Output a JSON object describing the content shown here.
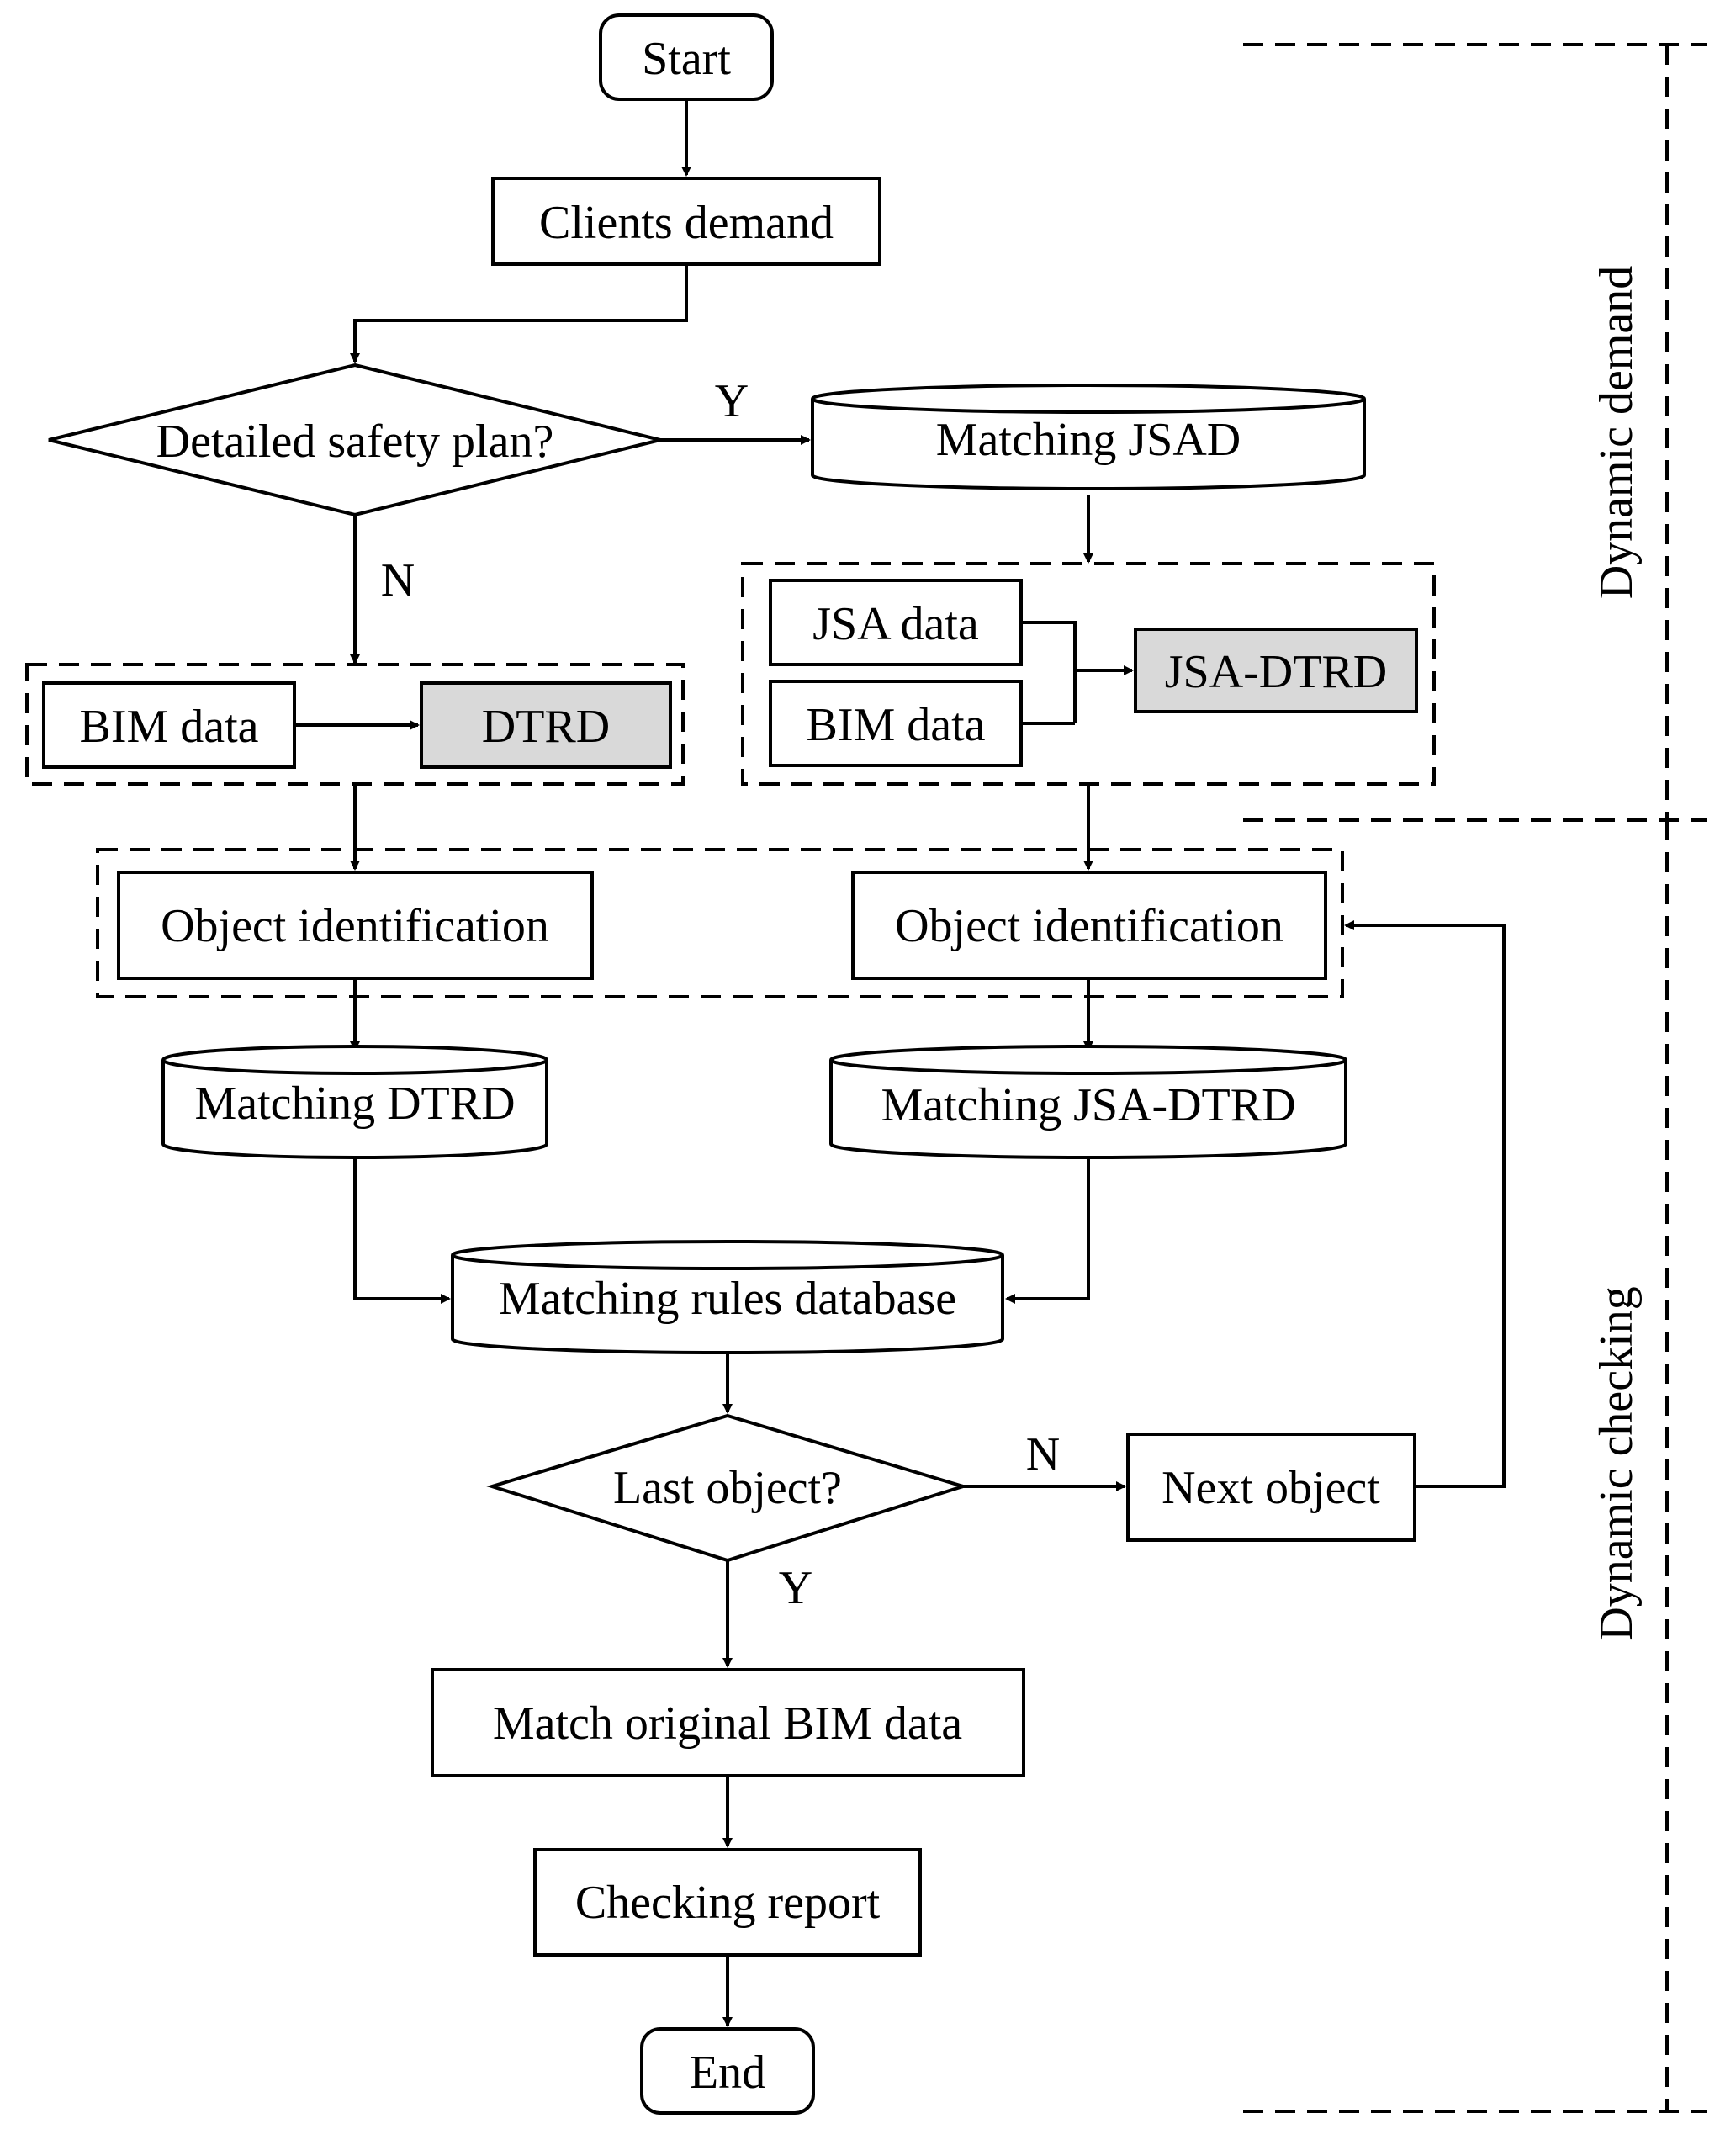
{
  "nodes": {
    "start": "Start",
    "clients_demand": "Clients demand",
    "detailed_safety_plan": "Detailed safety plan?",
    "matching_jsad": "Matching JSAD",
    "bim_data_left": "BIM data",
    "dtrd": "DTRD",
    "jsa_data": "JSA data",
    "bim_data_right": "BIM data",
    "jsa_dtrd": "JSA-DTRD",
    "object_identification_left": "Object identification",
    "object_identification_right": "Object identification",
    "matching_dtrd": "Matching DTRD",
    "matching_jsa_dtrd": "Matching JSA-DTRD",
    "matching_rules_database": "Matching rules database",
    "last_object": "Last object?",
    "next_object": "Next object",
    "match_original_bim_data": "Match original BIM data",
    "checking_report": "Checking report",
    "end": "End"
  },
  "edge_labels": {
    "safety_plan_yes": "Y",
    "safety_plan_no": "N",
    "last_object_no": "N",
    "last_object_yes": "Y"
  },
  "sections": {
    "dynamic_demand": "Dynamic demand",
    "dynamic_checking": "Dynamic checking"
  },
  "colors": {
    "line": "#000000",
    "highlight_fill": "#d9d9d9",
    "background": "#ffffff"
  }
}
